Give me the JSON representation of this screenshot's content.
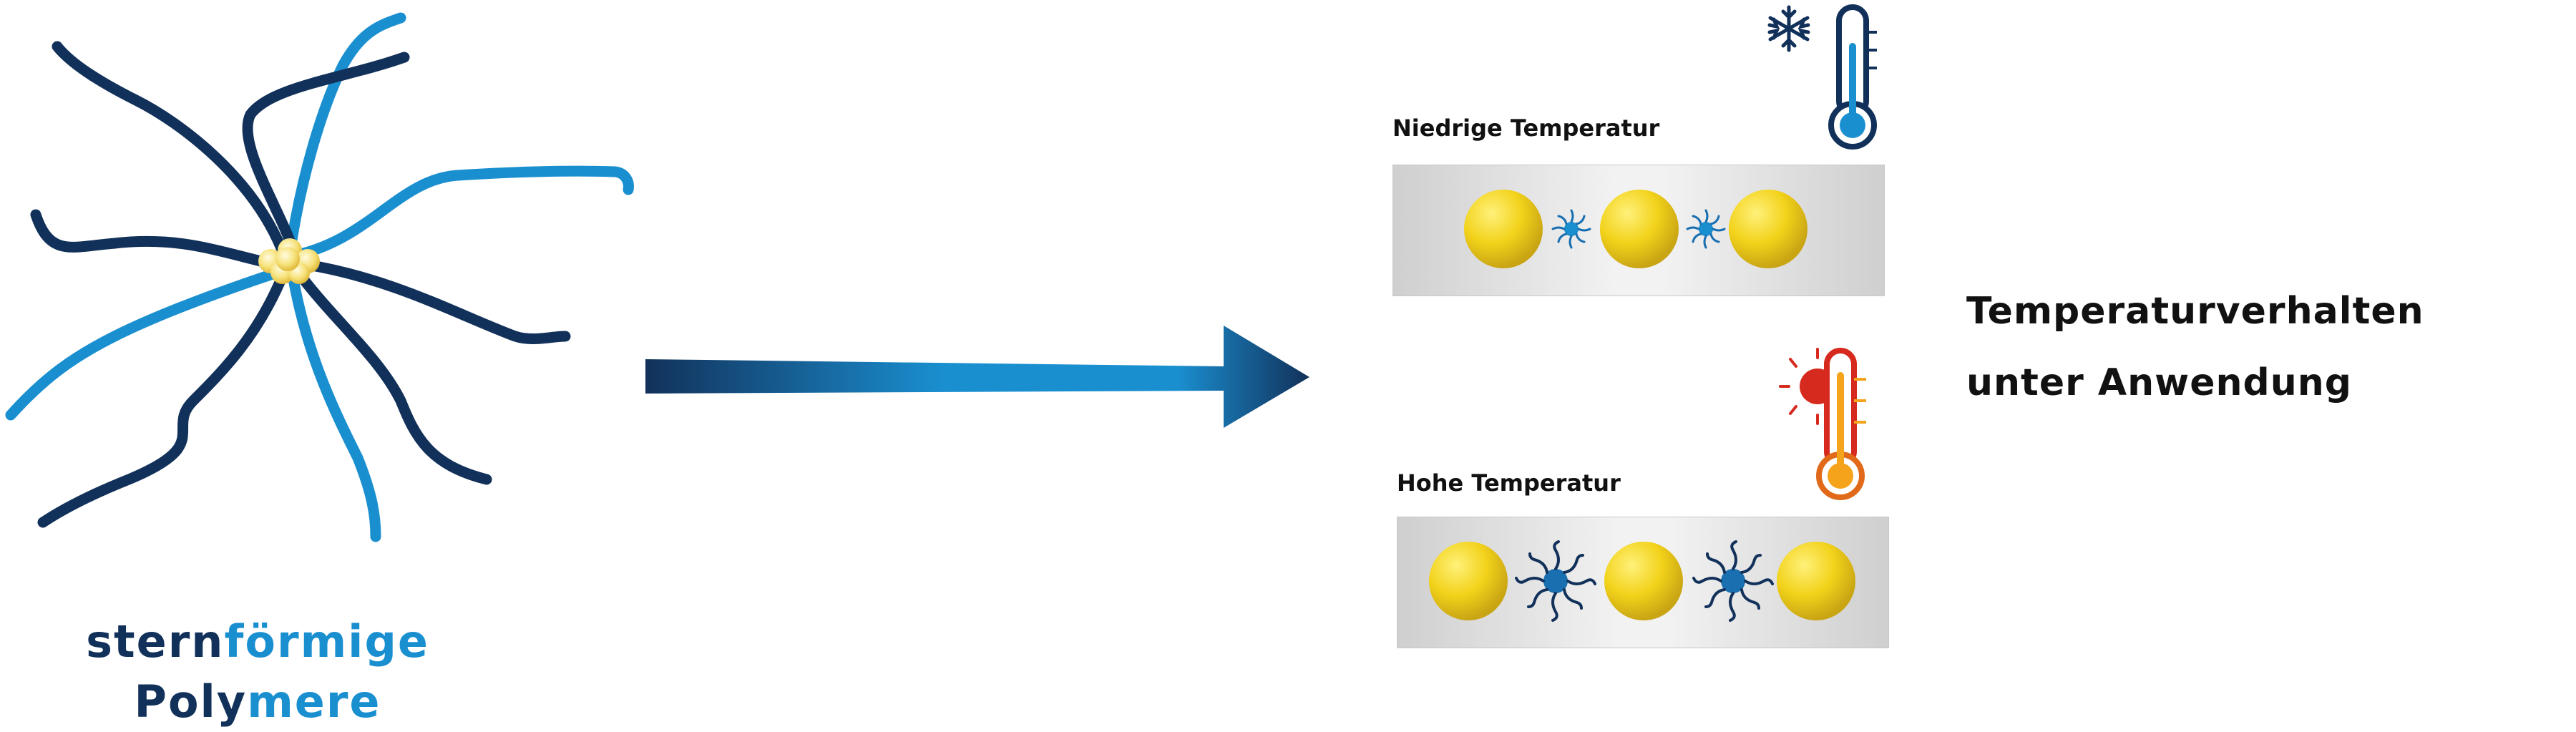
{
  "left": {
    "caption_line1_a": "stern",
    "caption_line1_b": "förmige",
    "caption_line2_a": "Poly",
    "caption_line2_b": "mere"
  },
  "panels": {
    "low_label": "Niedrige Temperatur",
    "high_label": "Hohe Temperatur"
  },
  "right": {
    "line1": "Temperaturverhalten",
    "line2": "unter Anwendung"
  },
  "icons": {
    "cold": "snowflake-thermometer-icon",
    "hot": "sun-thermometer-icon"
  },
  "colors": {
    "dark_blue": "#12315a",
    "light_blue": "#1a8fd0",
    "particle_yellow": "#f2d21a",
    "hot_red": "#d72a1e",
    "hot_orange": "#f5a31a"
  }
}
